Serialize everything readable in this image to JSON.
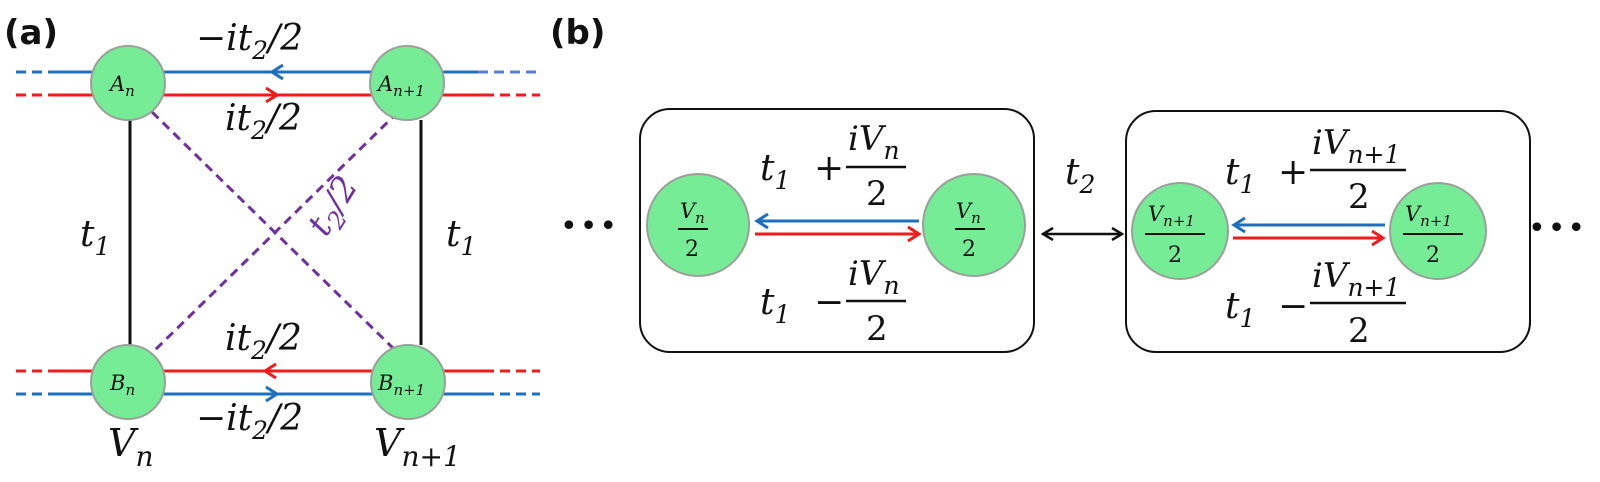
{
  "colors": {
    "node_fill": "#76ec97",
    "node_stroke": "#9aa09a",
    "blue": "#1f6fbf",
    "red": "#ee1c1c",
    "purple": "#7030a0",
    "black": "#111111"
  },
  "panel_a": {
    "label": "(a)",
    "nodes": {
      "a_n": {
        "base": "A",
        "sub": "n"
      },
      "a_n1": {
        "base": "A",
        "sub": "n+1"
      },
      "b_n": {
        "base": "B",
        "sub": "n"
      },
      "b_n1": {
        "base": "B",
        "sub": "n+1"
      }
    },
    "top_blue_label": {
      "pre": "−it",
      "sub": "2",
      "post": "/2"
    },
    "top_red_label": {
      "pre": "it",
      "sub": "2",
      "post": "/2"
    },
    "bottom_red_label": {
      "pre": "it",
      "sub": "2",
      "post": "/2"
    },
    "bottom_blue_label": {
      "pre": "−it",
      "sub": "2",
      "post": "/2"
    },
    "left_t1": {
      "pre": "t",
      "sub": "1"
    },
    "right_t1": {
      "pre": "t",
      "sub": "1"
    },
    "diag_label": {
      "pre": "t",
      "sub": "2",
      "post": "/2"
    },
    "potential_left": {
      "base": "V",
      "sub": "n"
    },
    "potential_right": {
      "base": "V",
      "sub": "n+1"
    }
  },
  "panel_b": {
    "label": "(b)",
    "ellipsis": "•••",
    "inter_label": {
      "pre": "t",
      "sub": "2"
    },
    "cells": [
      {
        "node_num": {
          "base": "V",
          "sub": "n"
        },
        "node_den": "2",
        "top": {
          "pre": "t",
          "sub": "1",
          "op": "+",
          "num_base": "iV",
          "num_sub": "n",
          "den": "2"
        },
        "bottom": {
          "pre": "t",
          "sub": "1",
          "op": "−",
          "num_base": "iV",
          "num_sub": "n",
          "den": "2"
        }
      },
      {
        "node_num": {
          "base": "V",
          "sub": "n+1"
        },
        "node_den": "2",
        "top": {
          "pre": "t",
          "sub": "1",
          "op": "+",
          "num_base": "iV",
          "num_sub": "n+1",
          "den": "2"
        },
        "bottom": {
          "pre": "t",
          "sub": "1",
          "op": "−",
          "num_base": "iV",
          "num_sub": "n+1",
          "den": "2"
        }
      }
    ]
  }
}
